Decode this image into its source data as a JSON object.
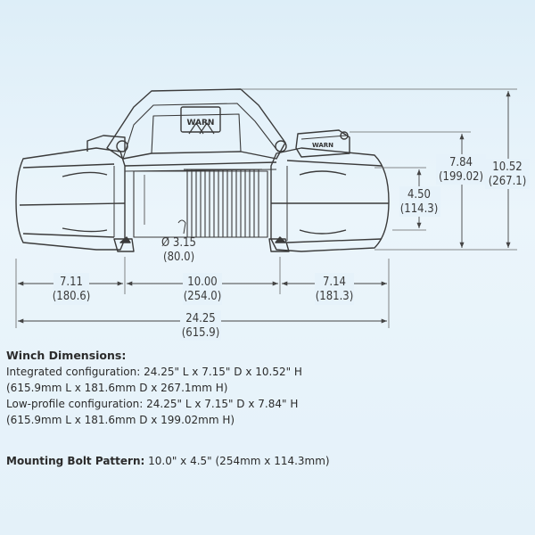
{
  "dimensions": {
    "left_drum": {
      "in": "7.11",
      "mm": "(180.6)"
    },
    "center": {
      "in": "10.00",
      "mm": "(254.0)"
    },
    "right_drum": {
      "in": "7.14",
      "mm": "(181.3)"
    },
    "overall_length": {
      "in": "24.25",
      "mm": "(615.9)"
    },
    "bolt_dia": {
      "in": "Ø 3.15",
      "mm": "(80.0)"
    },
    "bolt_spacing": {
      "in": "4.50",
      "mm": "(114.3)"
    },
    "low_height": {
      "in": "7.84",
      "mm": "(199.02)"
    },
    "int_height": {
      "in": "10.52",
      "mm": "(267.1)"
    }
  },
  "logo_text": "WARN",
  "remote_text": "WARN",
  "specs": {
    "heading": "Winch Dimensions:",
    "integrated_line1": "Integrated configuration: 24.25\" L x 7.15\" D x 10.52\" H",
    "integrated_line2": "(615.9mm L x 181.6mm D x 267.1mm H)",
    "lowprofile_line1": "Low-profile configuration: 24.25\" L x 7.15\" D x 7.84\" H",
    "lowprofile_line2": "(615.9mm L x 181.6mm D x 199.02mm H)",
    "bolt_label": "Mounting Bolt Pattern:",
    "bolt_value": " 10.0\" x 4.5\" (254mm x 114.3mm)"
  },
  "colors": {
    "line": "#3b3b3b",
    "dim_line": "#555555",
    "background": "#e6f2fa"
  }
}
